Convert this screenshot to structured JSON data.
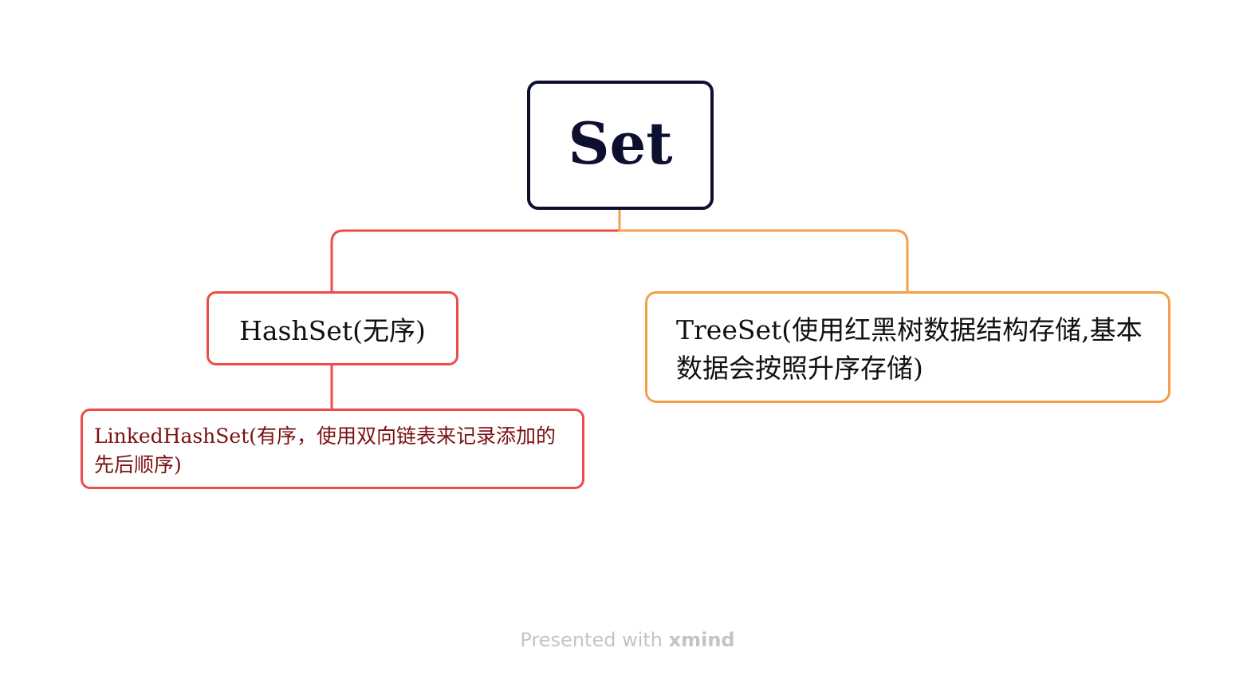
{
  "diagram": {
    "root": {
      "label": "Set",
      "border_color": "#0d0f2e"
    },
    "children": [
      {
        "label": "HashSet(无序)",
        "border_color": "#ee4b4b",
        "children": [
          {
            "label": "LinkedHashSet(有序，使用双向链表来记录添加的先后顺序)",
            "border_color": "#ee4b4b",
            "text_color": "#7a1010"
          }
        ]
      },
      {
        "label": "TreeSet(使用红黑树数据结构存储,基本数据会按照升序存储)",
        "border_color": "#f4a04a"
      }
    ]
  },
  "footer": {
    "prefix": "Presented with ",
    "brand": "xmind"
  }
}
